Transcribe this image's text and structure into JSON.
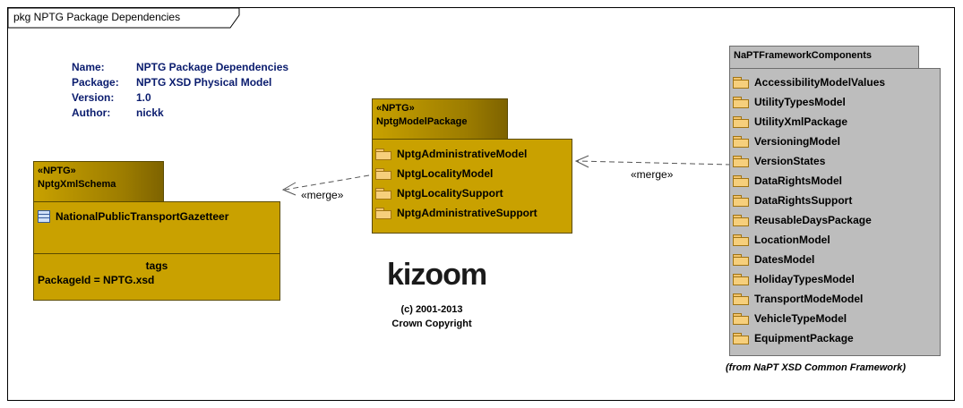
{
  "frame": {
    "title": "pkg NPTG Package Dependencies"
  },
  "notes": {
    "rows": [
      {
        "key": "Name:",
        "value": "NPTG Package Dependencies"
      },
      {
        "key": "Package:",
        "value": "NPTG XSD Physical Model"
      },
      {
        "key": "Version:",
        "value": "1.0"
      },
      {
        "key": "Author:",
        "value": "nickk"
      }
    ]
  },
  "xml_schema": {
    "stereotype": "«NPTG»",
    "name": "NptgXmlSchema",
    "class_item": "NationalPublicTransportGazetteer",
    "tags_title": "tags",
    "tag_value": "PackageId = NPTG.xsd"
  },
  "model_package": {
    "stereotype": "«NPTG»",
    "name": "NptgModelPackage",
    "items": [
      "NptgAdministrativeModel",
      "NptgLocalityModel",
      "NptgLocalitySupport",
      "NptgAdministrativeSupport"
    ]
  },
  "framework": {
    "name": "NaPTFrameworkComponents",
    "items": [
      "AccessibilityModelValues",
      "UtilityTypesModel",
      "UtilityXmlPackage",
      "VersioningModel",
      "VersionStates",
      "DataRightsModel",
      "DataRightsSupport",
      "ReusableDaysPackage",
      "LocationModel",
      "DatesModel",
      "HolidayTypesModel",
      "TransportModeModel",
      "VehicleTypeModel",
      "EquipmentPackage"
    ],
    "from_note": "(from NaPT XSD Common Framework)"
  },
  "connectors": {
    "merge_label_1": "«merge»",
    "merge_label_2": "«merge»"
  },
  "logo": {
    "text": "kizoom"
  },
  "copyright": {
    "line1": "(c) 2001-2013",
    "line2": "Crown Copyright"
  }
}
